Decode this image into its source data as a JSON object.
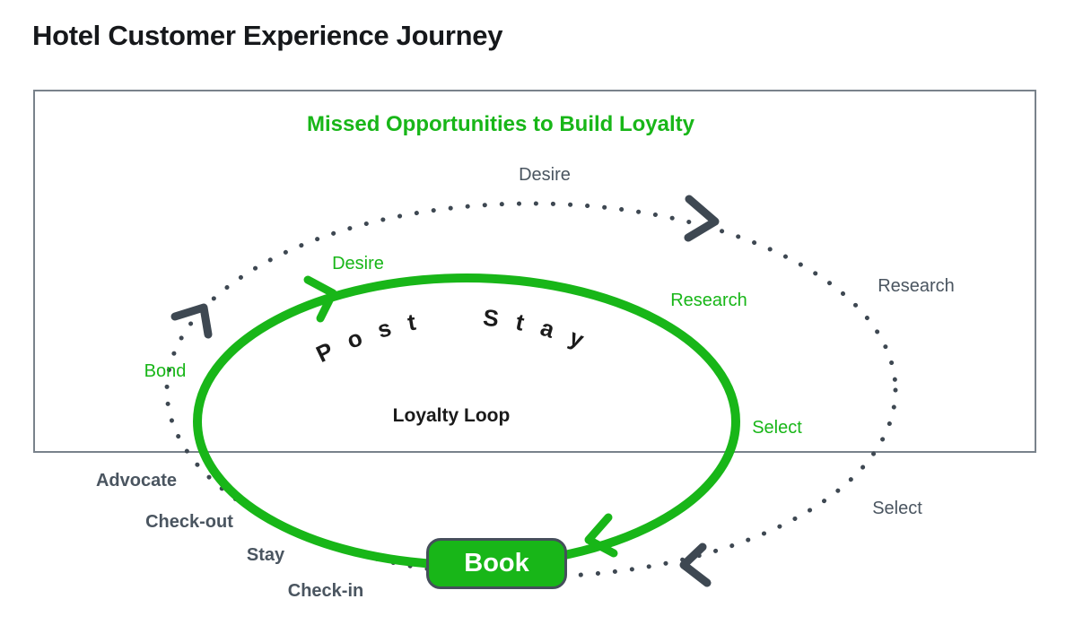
{
  "title": "Hotel Customer Experience Journey",
  "panel": {
    "heading": "Missed Opportunities to Build Loyalty"
  },
  "colors": {
    "accent_green": "#18b618",
    "gray_label": "#4a5560",
    "dark_dots_and_chevrons": "#3e4852",
    "panel_border": "#79828b",
    "book_button_border": "#454f5b",
    "book_button_text": "#ffffff"
  },
  "outer_loop": {
    "desire": "Desire",
    "research": "Research",
    "select": "Select",
    "check_in": "Check-in",
    "stay": "Stay",
    "check_out": "Check-out",
    "advocate": "Advocate"
  },
  "inner_loop": {
    "desire": "Desire",
    "research": "Research",
    "select": "Select",
    "bond": "Bond",
    "curved_label": "Post Stay",
    "center_label": "Loyalty Loop",
    "book_button_label": "Book"
  }
}
